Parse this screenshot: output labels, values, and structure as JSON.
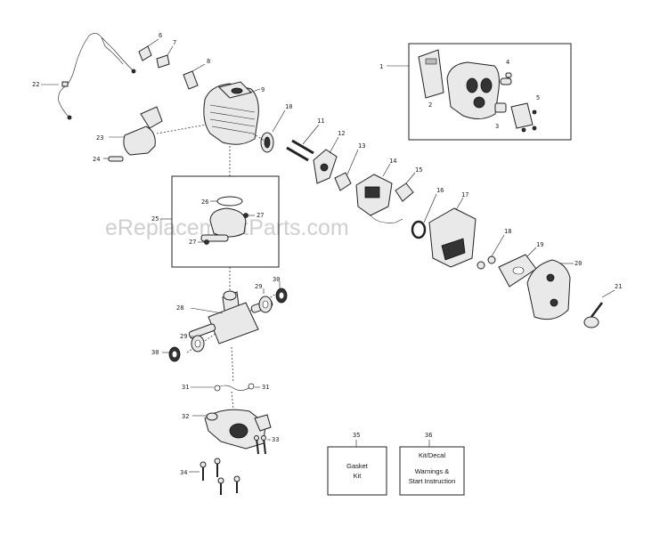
{
  "watermark": "eReplacementParts.com",
  "callouts": [
    {
      "id": "c1",
      "text": "1"
    },
    {
      "id": "c2",
      "text": "2"
    },
    {
      "id": "c3",
      "text": "3"
    },
    {
      "id": "c4",
      "text": "4"
    },
    {
      "id": "c5",
      "text": "5"
    },
    {
      "id": "c6",
      "text": "6"
    },
    {
      "id": "c7",
      "text": "7"
    },
    {
      "id": "c8",
      "text": "8"
    },
    {
      "id": "c9",
      "text": "9"
    },
    {
      "id": "c10",
      "text": "10"
    },
    {
      "id": "c11",
      "text": "11"
    },
    {
      "id": "c12",
      "text": "12"
    },
    {
      "id": "c13",
      "text": "13"
    },
    {
      "id": "c14",
      "text": "14"
    },
    {
      "id": "c15",
      "text": "15"
    },
    {
      "id": "c16",
      "text": "16"
    },
    {
      "id": "c17",
      "text": "17"
    },
    {
      "id": "c18",
      "text": "18"
    },
    {
      "id": "c19",
      "text": "19"
    },
    {
      "id": "c20",
      "text": "20"
    },
    {
      "id": "c21",
      "text": "21"
    },
    {
      "id": "c22",
      "text": "22"
    },
    {
      "id": "c23",
      "text": "23"
    },
    {
      "id": "c24",
      "text": "24"
    },
    {
      "id": "c25",
      "text": "25"
    },
    {
      "id": "c26",
      "text": "26"
    },
    {
      "id": "c27a",
      "text": "27"
    },
    {
      "id": "c27b",
      "text": "27"
    },
    {
      "id": "c28",
      "text": "28"
    },
    {
      "id": "c29a",
      "text": "29"
    },
    {
      "id": "c29b",
      "text": "29"
    },
    {
      "id": "c30a",
      "text": "30"
    },
    {
      "id": "c30b",
      "text": "30"
    },
    {
      "id": "c31a",
      "text": "31"
    },
    {
      "id": "c31b",
      "text": "31"
    },
    {
      "id": "c32",
      "text": "32"
    },
    {
      "id": "c33",
      "text": "33"
    },
    {
      "id": "c34",
      "text": "34"
    },
    {
      "id": "c35",
      "text": "35"
    },
    {
      "id": "c36",
      "text": "36"
    }
  ],
  "box35": {
    "line1": "Gasket",
    "line2": "Kit"
  },
  "box36": {
    "line1": "Kit/Decal",
    "line2": "Warnings &",
    "line3": "Start Instruction"
  }
}
